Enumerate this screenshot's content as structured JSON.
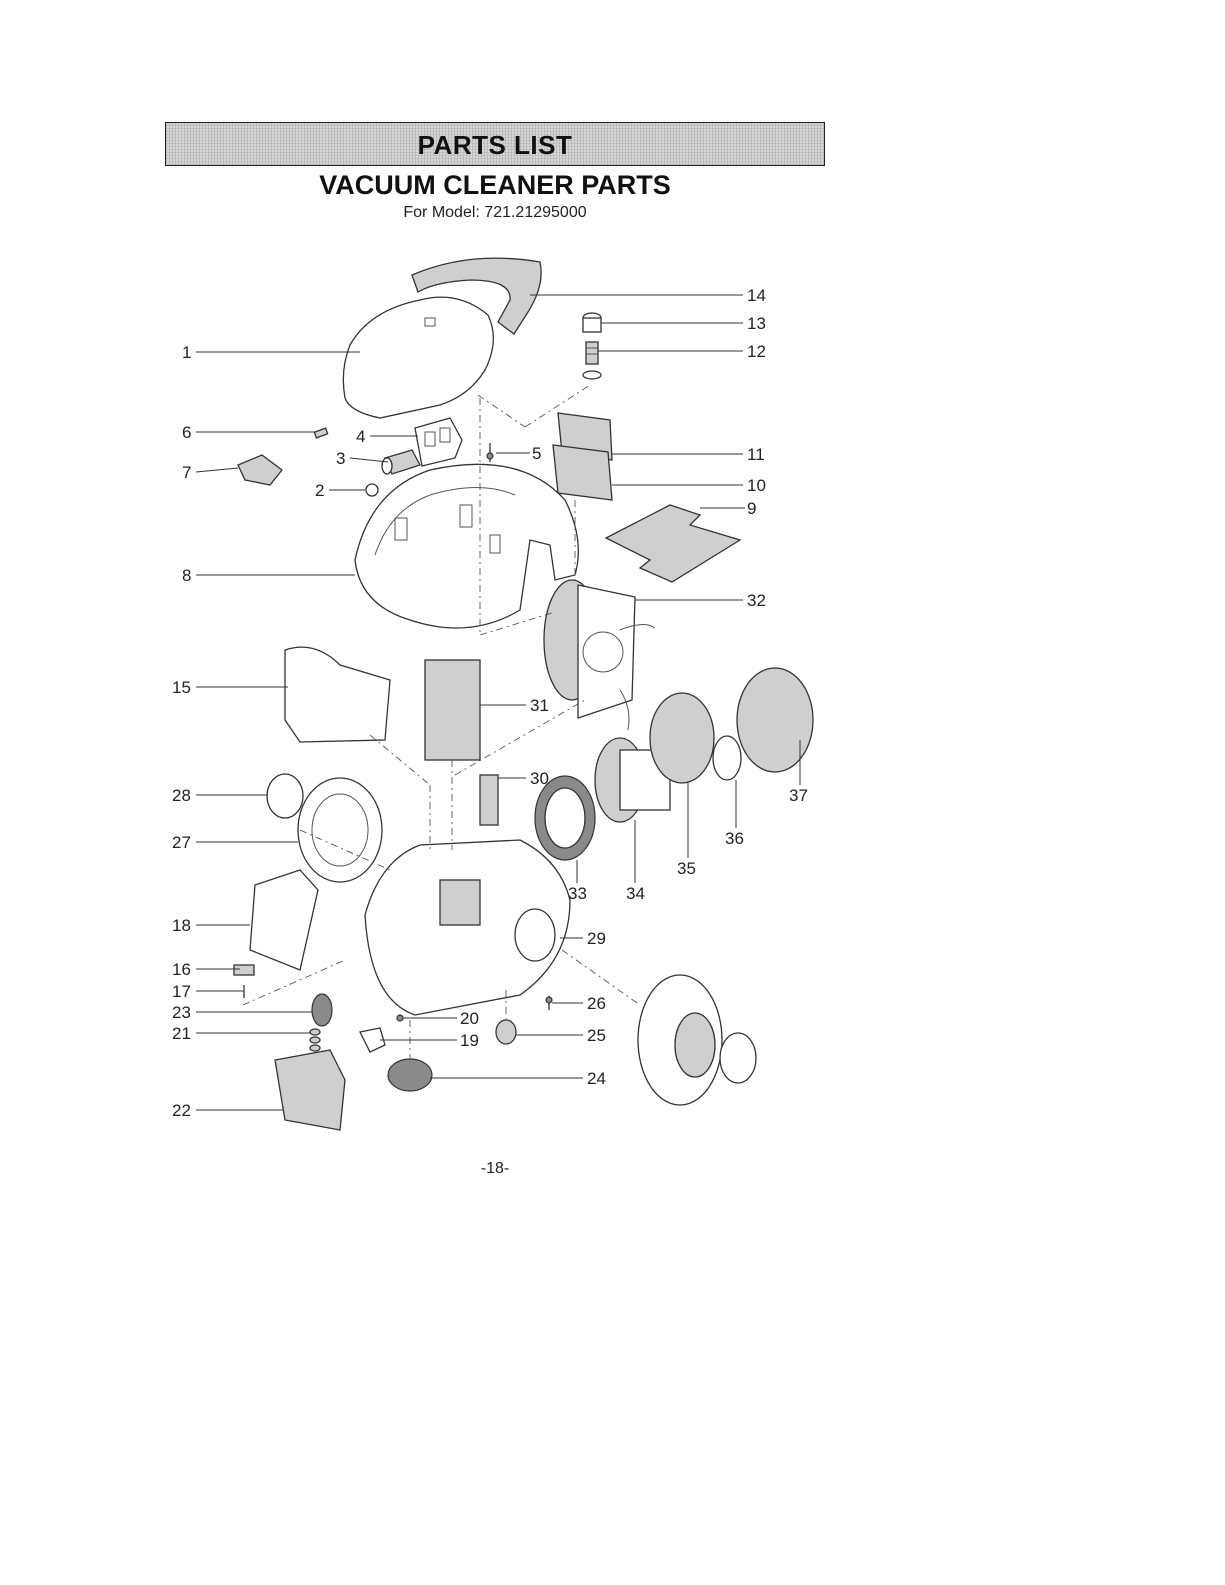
{
  "header": {
    "banner": "PARTS LIST",
    "title": "VACUUM CLEANER PARTS",
    "subtitle": "For Model: 721.21295000"
  },
  "callouts": [
    "1",
    "2",
    "3",
    "4",
    "5",
    "6",
    "7",
    "8",
    "9",
    "10",
    "11",
    "12",
    "13",
    "14",
    "15",
    "16",
    "17",
    "18",
    "19",
    "20",
    "21",
    "22",
    "23",
    "24",
    "25",
    "26",
    "27",
    "28",
    "29",
    "30",
    "31",
    "32",
    "33",
    "34",
    "35",
    "36",
    "37"
  ],
  "footer": {
    "page_number": "-18-"
  }
}
